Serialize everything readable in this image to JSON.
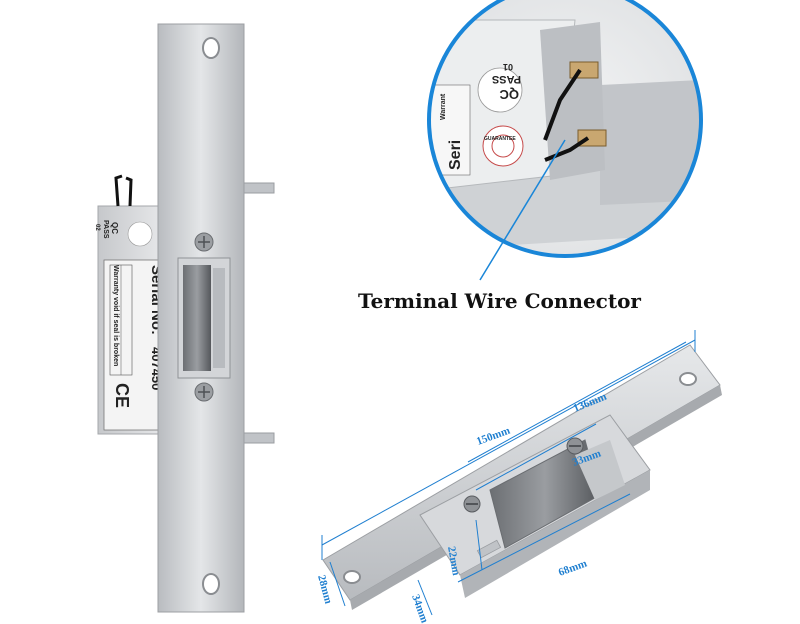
{
  "callout": {
    "label": "Terminal Wire Connector"
  },
  "plate_label": {
    "serial": "Serial No:",
    "number": "407450",
    "warranty": "Warranty void if seal is broken",
    "ce": "CE"
  },
  "seal": {
    "qc": "QC",
    "pass": "PASS",
    "code_left": "02",
    "code_zoom": "01",
    "warranty_partial": "Warrant",
    "serial_partial": "Seri",
    "guarantee": "GUARANTEE"
  },
  "dimensions": {
    "length_total": "150mm",
    "length_plate": "136mm",
    "keeper_width": "33mm",
    "height_small": "22mm",
    "body_length": "68mm",
    "plate_width": "28mm",
    "depth": "34mm"
  },
  "colors": {
    "dimension_blue": "#1f7fd0",
    "circle_blue": "#1a86d8",
    "metal": "#c9ccd0"
  }
}
